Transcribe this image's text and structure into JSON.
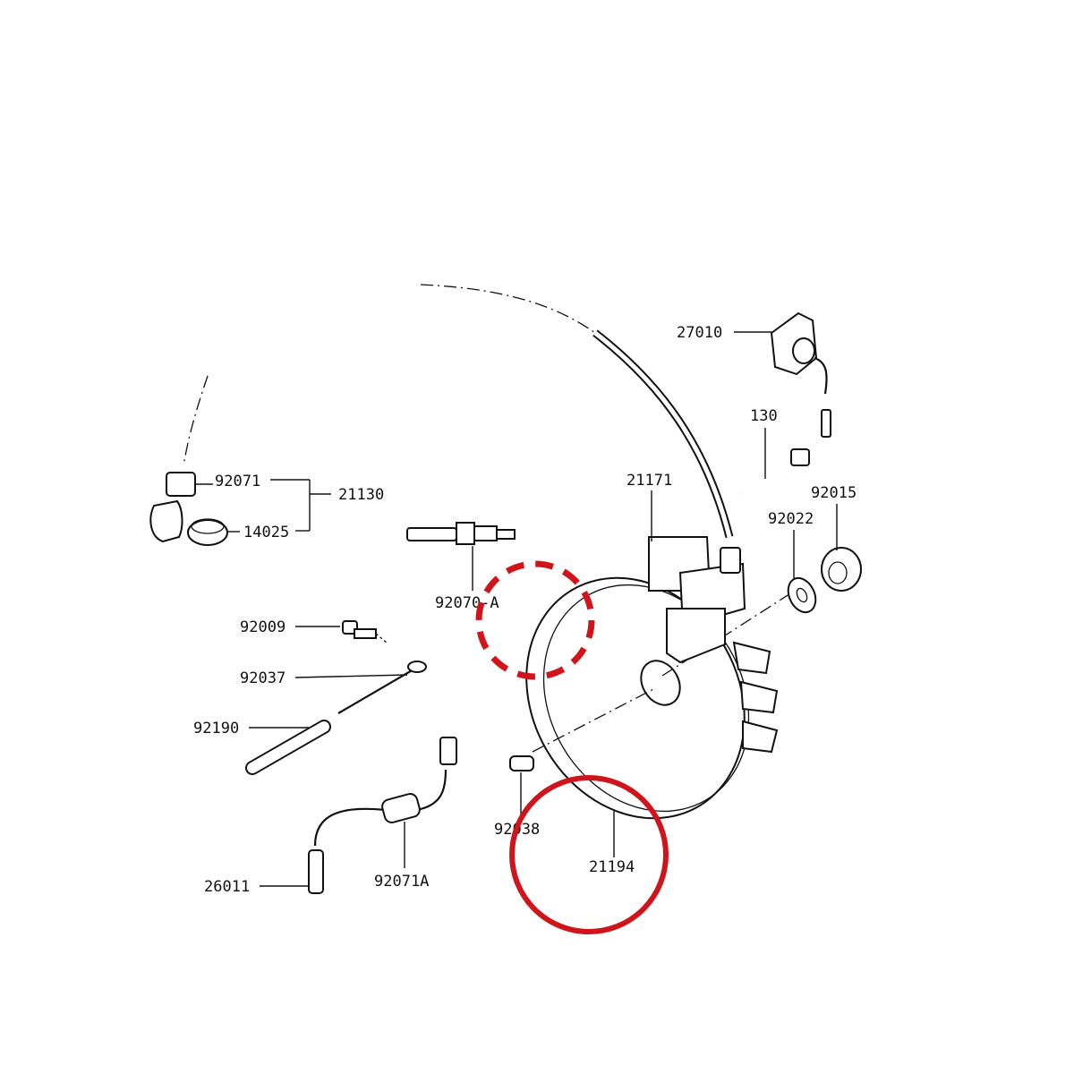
{
  "colors": {
    "line": "#111111",
    "background": "#ffffff",
    "highlight": "#d0141c"
  },
  "parts": {
    "p27010": "27010",
    "p130": "130",
    "p21171": "21171",
    "p92015": "92015",
    "p92022": "92022",
    "p92071": "92071",
    "p21130": "21130",
    "p14025": "14025",
    "p92070a": "92070-A",
    "p92009": "92009",
    "p92037": "92037",
    "p92190": "92190",
    "p92038": "92038",
    "p21194": "21194",
    "p26011": "26011",
    "p92071a": "92071A"
  },
  "highlights": [
    {
      "style": "dashed",
      "target": "92070-A"
    },
    {
      "style": "solid",
      "target": "21194"
    }
  ]
}
